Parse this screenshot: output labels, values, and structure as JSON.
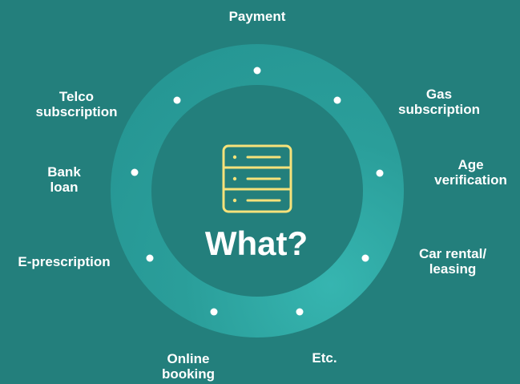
{
  "center": {
    "title": "What?",
    "icon": "server-icon",
    "icon_color": "#f6e27a"
  },
  "colors": {
    "background": "#237f7c",
    "ring": "#2a9e9a",
    "text": "#ffffff"
  },
  "use_cases": [
    "Payment",
    "Gas\nsubscription",
    "Age\nverification",
    "Car rental/\nleasing",
    "Etc.",
    "Online\nbooking",
    "E-prescription",
    "Bank\nloan",
    "Telco\nsubscription"
  ]
}
